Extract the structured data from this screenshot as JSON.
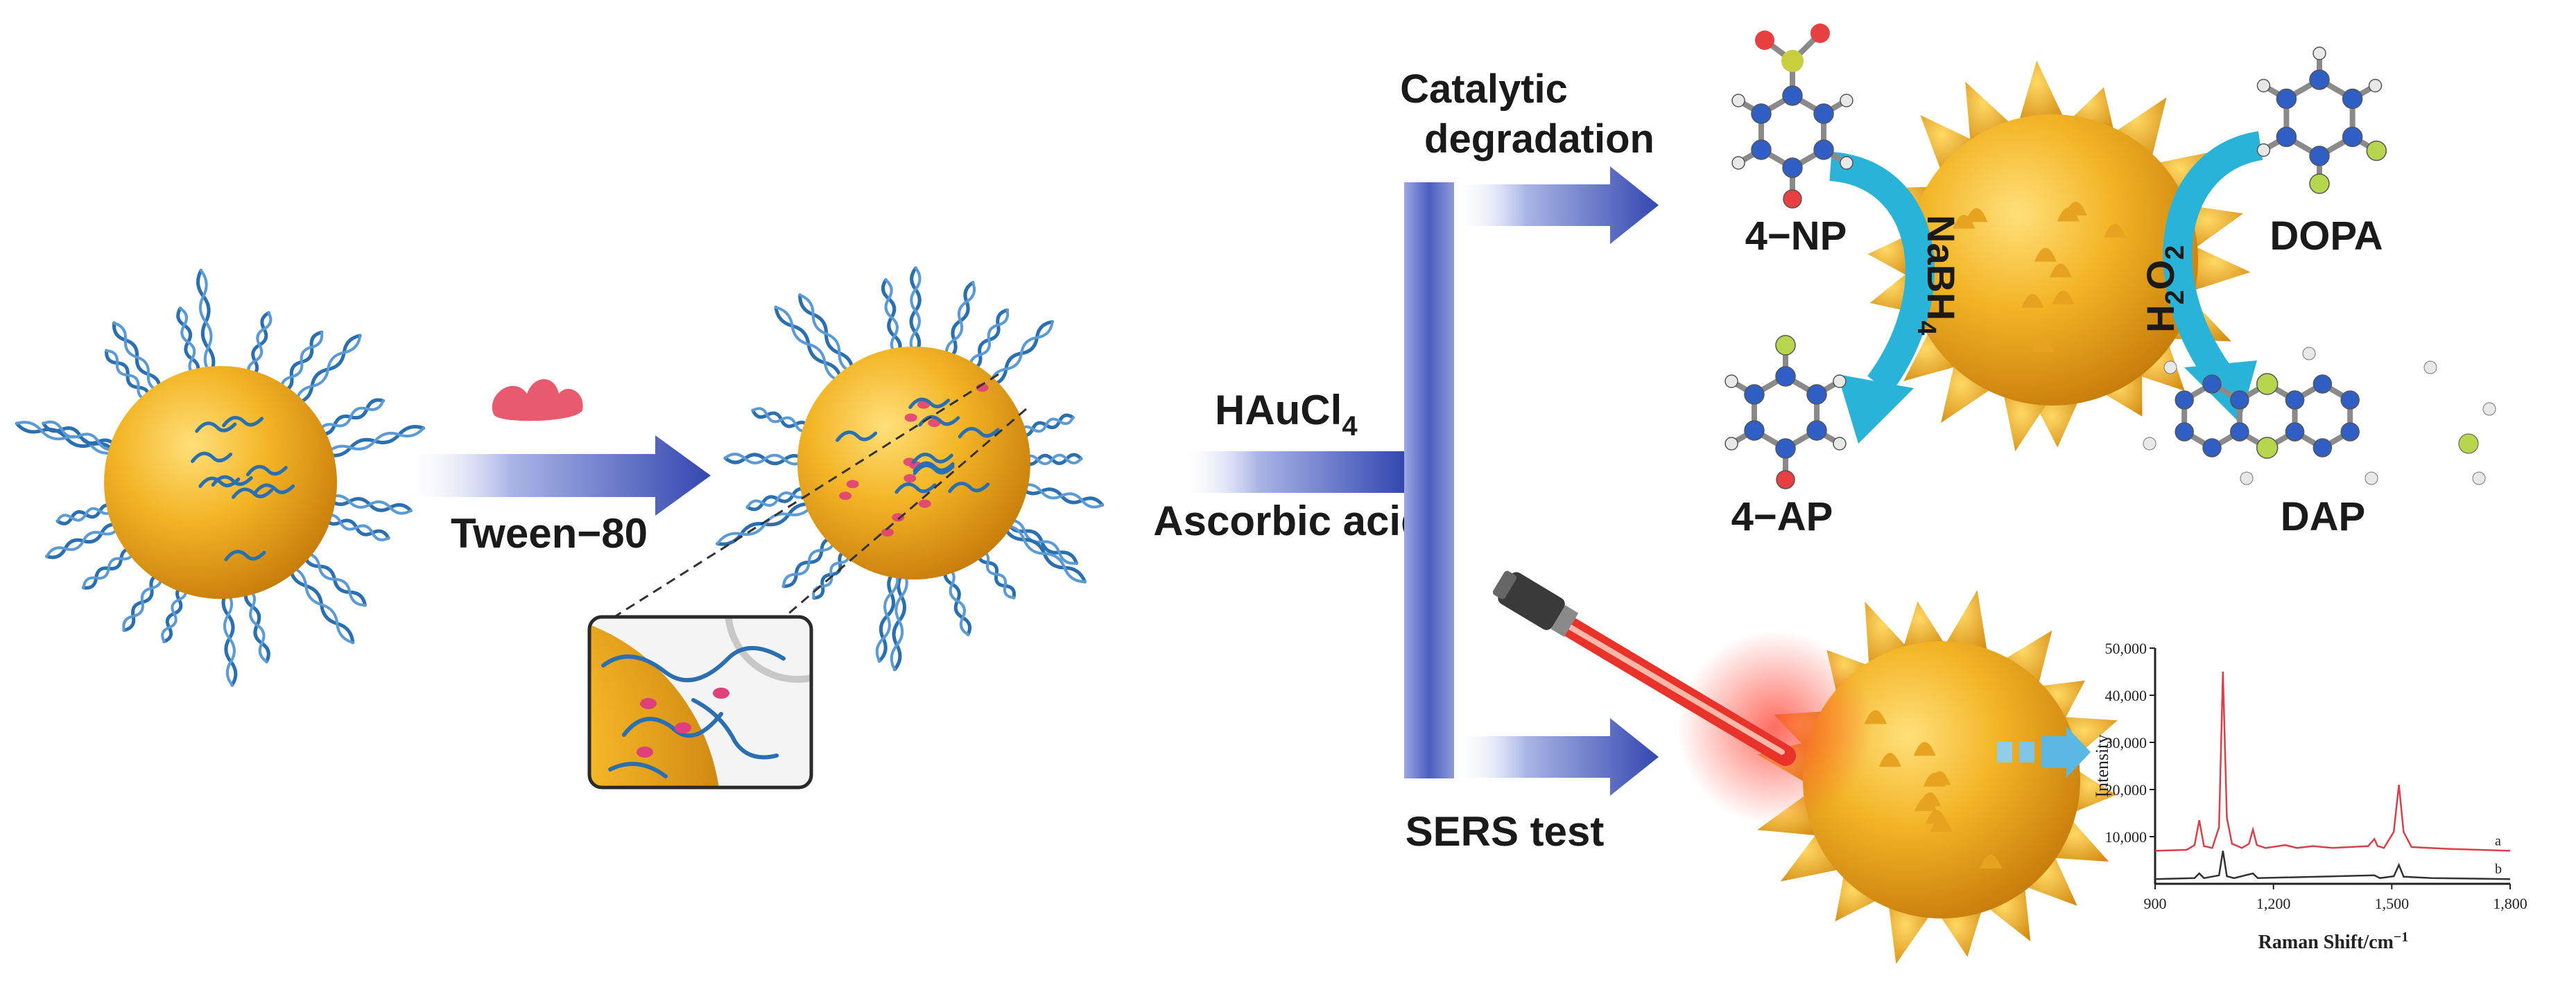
{
  "labels": {
    "tween": "Tween−80",
    "hau_main": "HAuCl",
    "hau_sub": "4",
    "ascorbic": "Ascorbic acid",
    "catalytic_line1": "Catalytic",
    "catalytic_line2": "degradation",
    "sers": "SERS test",
    "np": "4−NP",
    "ap": "4−AP",
    "dopa": "DOPA",
    "dap": "DAP",
    "nabh_main": "NaBH",
    "nabh_sub": "4",
    "h2o2_h": "H",
    "h2o2_2a": "2",
    "h2o2_o": "O",
    "h2o2_2b": "2"
  },
  "colors": {
    "gold": "#f0a818",
    "dna": "#2a6fb0",
    "arrow": "#3f53b4",
    "cyan_arrow": "#27b6dc",
    "laser": "#e8322a",
    "tween_blob": "#e85a6e",
    "trace_a": "#d9404a",
    "trace_b": "#333333"
  },
  "chart_data": {
    "type": "line",
    "xlabel": "Raman Shift/cm",
    "xlabel_sup": "−1",
    "ylabel": "Intensity",
    "xlim": [
      900,
      1800
    ],
    "ylim": [
      0,
      50000
    ],
    "x_ticks": [
      "900",
      "1,200",
      "1,500",
      "1,800"
    ],
    "y_ticks": [
      "10,000",
      "20,000",
      "30,000",
      "40,000",
      "50,000"
    ],
    "series": [
      {
        "name": "a",
        "points": [
          [
            900,
            7000
          ],
          [
            980,
            7200
          ],
          [
            1000,
            8200
          ],
          [
            1012,
            13500
          ],
          [
            1024,
            8000
          ],
          [
            1045,
            7600
          ],
          [
            1062,
            12000
          ],
          [
            1072,
            45000
          ],
          [
            1082,
            14000
          ],
          [
            1095,
            8500
          ],
          [
            1120,
            7600
          ],
          [
            1138,
            8500
          ],
          [
            1148,
            11500
          ],
          [
            1158,
            8200
          ],
          [
            1180,
            7600
          ],
          [
            1230,
            8200
          ],
          [
            1260,
            7600
          ],
          [
            1300,
            8000
          ],
          [
            1350,
            7600
          ],
          [
            1440,
            8000
          ],
          [
            1456,
            9500
          ],
          [
            1464,
            8000
          ],
          [
            1480,
            7600
          ],
          [
            1505,
            11000
          ],
          [
            1518,
            21000
          ],
          [
            1530,
            11000
          ],
          [
            1550,
            7800
          ],
          [
            1650,
            7400
          ],
          [
            1800,
            7000
          ]
        ]
      },
      {
        "name": "b",
        "points": [
          [
            900,
            1000
          ],
          [
            1000,
            1200
          ],
          [
            1012,
            2200
          ],
          [
            1024,
            1200
          ],
          [
            1062,
            1800
          ],
          [
            1072,
            7000
          ],
          [
            1082,
            1600
          ],
          [
            1100,
            1200
          ],
          [
            1148,
            2200
          ],
          [
            1160,
            1200
          ],
          [
            1456,
            1800
          ],
          [
            1470,
            1200
          ],
          [
            1505,
            1600
          ],
          [
            1518,
            4000
          ],
          [
            1530,
            1500
          ],
          [
            1600,
            1200
          ],
          [
            1800,
            1000
          ]
        ]
      }
    ]
  }
}
